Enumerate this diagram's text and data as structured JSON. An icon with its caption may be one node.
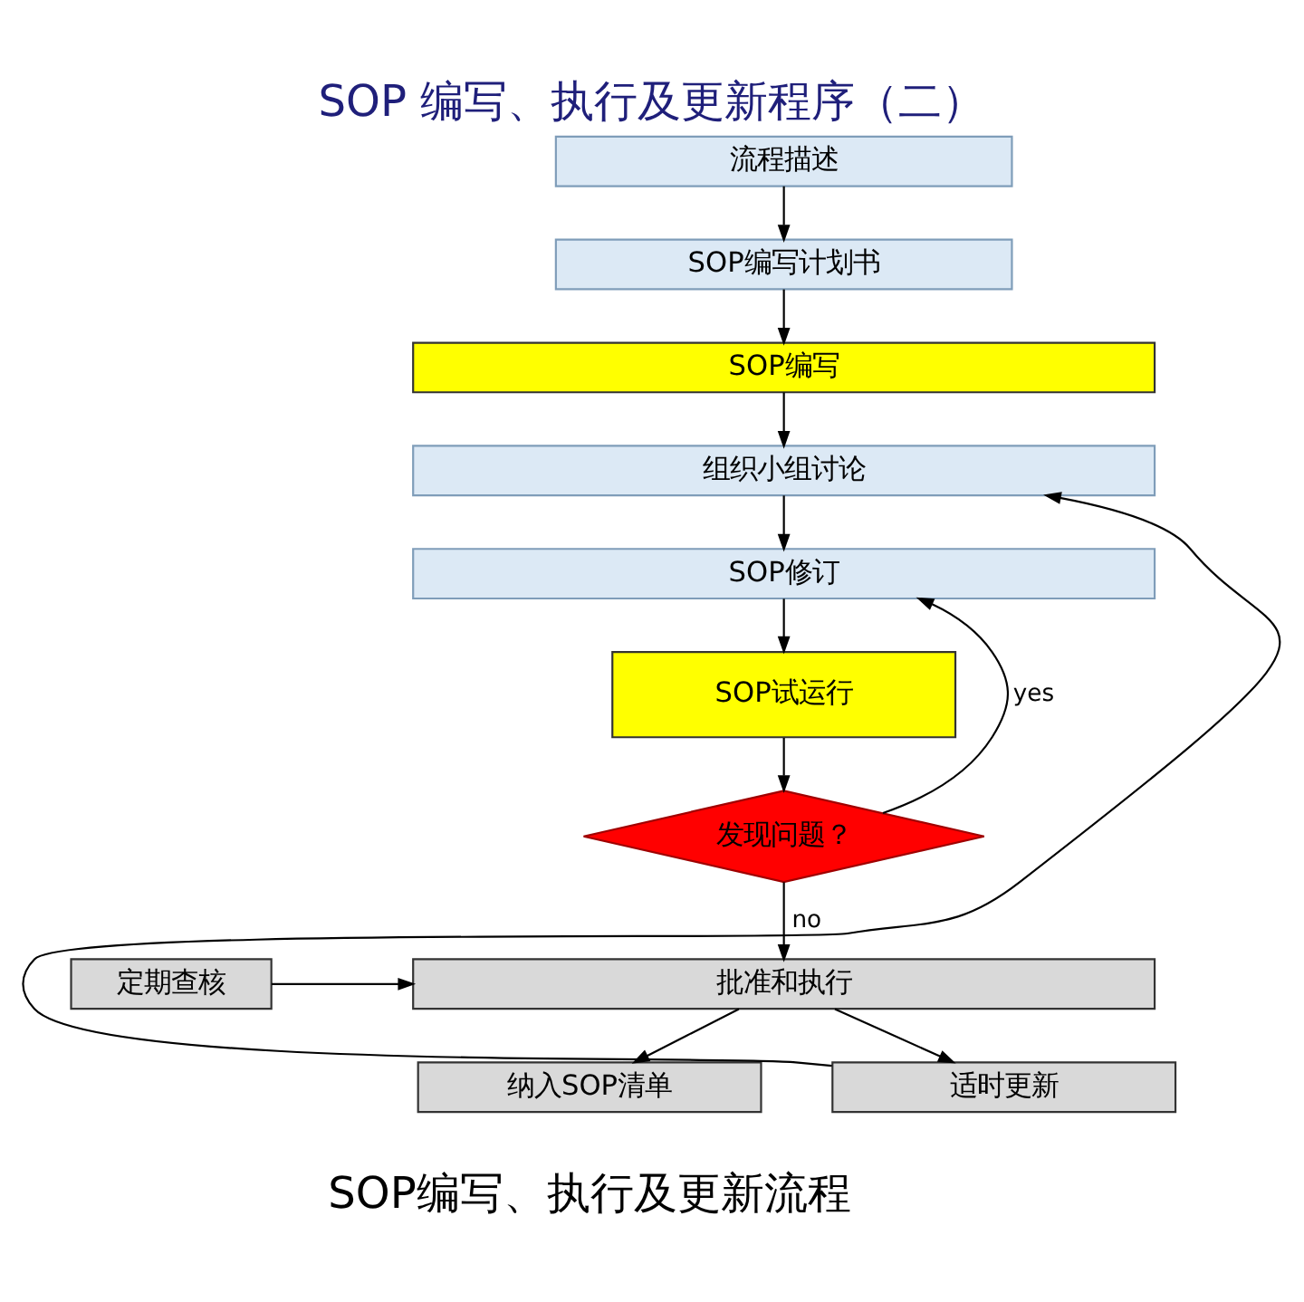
{
  "diagram": {
    "title": "SOP 编写、执行及更新程序（二）",
    "caption": "SOP编写、执行及更新流程",
    "nodes": [
      {
        "text": [
          "流程描述"
        ]
      },
      {
        "text": [
          "SOP编写计划书"
        ]
      },
      {
        "text": [
          "SOP编写"
        ]
      },
      {
        "text": [
          "组织小组讨论"
        ]
      },
      {
        "text": [
          "SOP修订"
        ]
      },
      {
        "text": [
          "SOP试运行"
        ]
      },
      {
        "text": [
          "发现问题？"
        ]
      },
      {
        "text": [
          "定期查核"
        ]
      },
      {
        "text": [
          "批准和执行"
        ]
      },
      {
        "text": [
          "纳入SOP清单"
        ]
      },
      {
        "text": [
          "适时更新"
        ]
      }
    ],
    "edges": [
      {
        "from": 0,
        "to": 1,
        "arrow": "to"
      },
      {
        "from": 1,
        "to": 2,
        "arrow": "to"
      },
      {
        "from": 2,
        "to": 3,
        "arrow": "to"
      },
      {
        "from": 3,
        "to": 4,
        "arrow": "to"
      },
      {
        "from": 4,
        "to": 5,
        "arrow": "to"
      },
      {
        "from": 5,
        "to": 6,
        "arrow": "to"
      },
      {
        "from": 6,
        "to": 4,
        "arrow": "to",
        "label": "yes"
      },
      {
        "from": 6,
        "to": 8,
        "arrow": "to",
        "label": "no"
      },
      {
        "from": 7,
        "to": 8,
        "arrow": "to"
      },
      {
        "from": 8,
        "to": 9,
        "arrow": "to"
      },
      {
        "from": 8,
        "to": 10,
        "arrow": "to"
      },
      {
        "from": 10,
        "to": 3,
        "arrow": "to"
      }
    ]
  }
}
